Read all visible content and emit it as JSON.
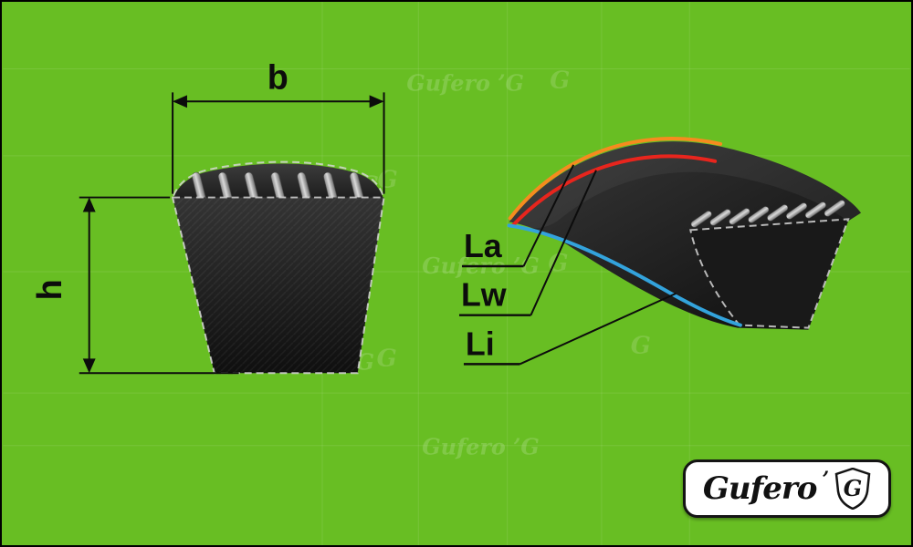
{
  "canvas": {
    "background": "#68be23",
    "border_color": "#000000"
  },
  "cross_section": {
    "width_label": "b",
    "height_label": "h"
  },
  "belt_3d": {
    "labels": [
      {
        "text": "La",
        "line_color": "#f68b1f"
      },
      {
        "text": "Lw",
        "line_color": "#e8251d"
      },
      {
        "text": "Li",
        "line_color": "#33a3dc"
      }
    ]
  },
  "watermark": {
    "full": "Gufero ’G",
    "monogram": "G"
  },
  "logo": {
    "brand": "Gufero",
    "mark": "’",
    "monogram": "G"
  }
}
